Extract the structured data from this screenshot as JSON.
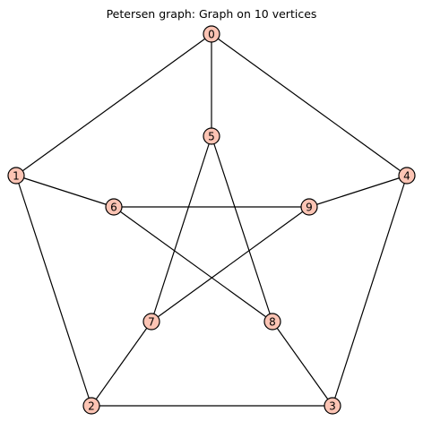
{
  "title": "Petersen graph: Graph on 10 vertices",
  "colors": {
    "node_fill": "#fcc4b4",
    "node_stroke": "#000000",
    "edge": "#000000",
    "label": "#000000",
    "background": "#ffffff"
  },
  "graph": {
    "nodes": [
      {
        "id": 0,
        "label": "0"
      },
      {
        "id": 1,
        "label": "1"
      },
      {
        "id": 2,
        "label": "2"
      },
      {
        "id": 3,
        "label": "3"
      },
      {
        "id": 4,
        "label": "4"
      },
      {
        "id": 5,
        "label": "5"
      },
      {
        "id": 6,
        "label": "6"
      },
      {
        "id": 7,
        "label": "7"
      },
      {
        "id": 8,
        "label": "8"
      },
      {
        "id": 9,
        "label": "9"
      }
    ],
    "edges": [
      [
        0,
        1
      ],
      [
        1,
        2
      ],
      [
        2,
        3
      ],
      [
        3,
        4
      ],
      [
        4,
        0
      ],
      [
        0,
        5
      ],
      [
        1,
        6
      ],
      [
        2,
        7
      ],
      [
        3,
        8
      ],
      [
        4,
        9
      ],
      [
        5,
        7
      ],
      [
        7,
        9
      ],
      [
        9,
        6
      ],
      [
        6,
        8
      ],
      [
        8,
        5
      ]
    ]
  }
}
